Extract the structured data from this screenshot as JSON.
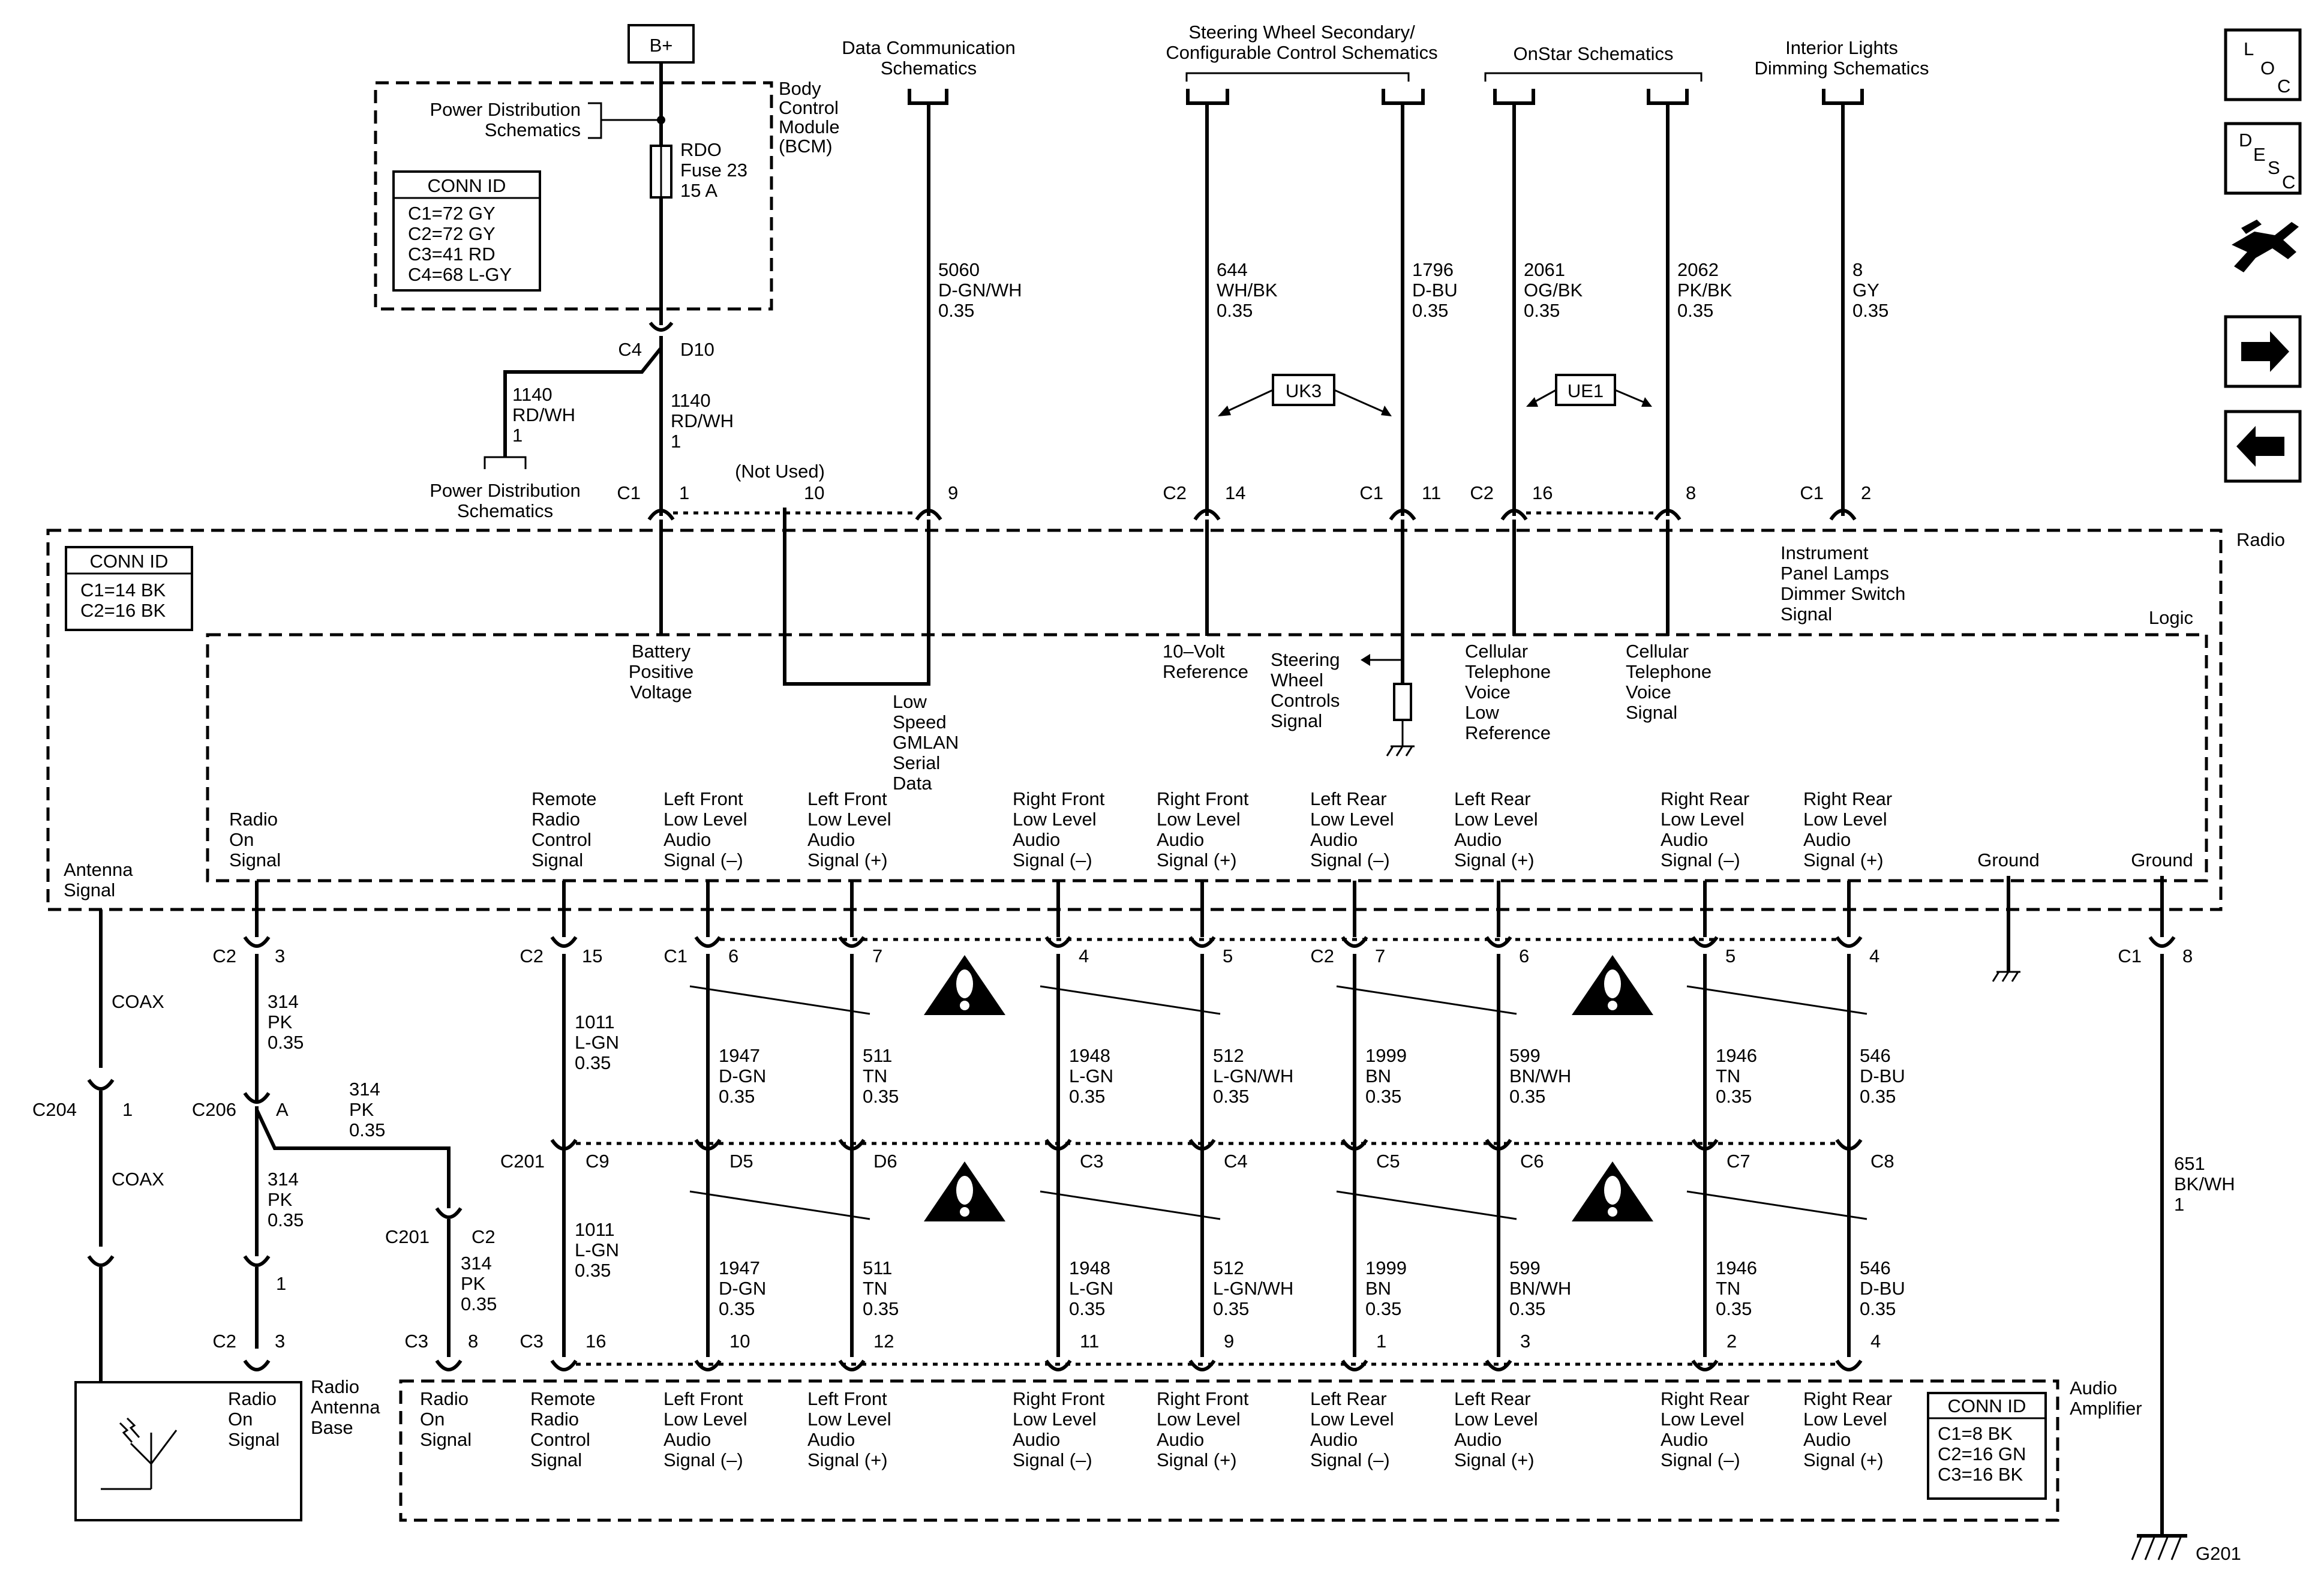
{
  "top_block": {
    "battery": "B+",
    "bcm_label": [
      "Body",
      "Control",
      "Module",
      "(BCM)"
    ],
    "power_dist": [
      "Power Distribution",
      "Schematics"
    ],
    "fuse": [
      "RDO",
      "Fuse 23",
      "15 A"
    ],
    "conn_id_title": "CONN ID",
    "conn_id_lines": [
      "C1=72 GY",
      "C2=72 GY",
      "C3=41 RD",
      "C4=68 L-GY"
    ],
    "c4": "C4",
    "d10": "D10",
    "wire_left": [
      "1140",
      "RD/WH",
      "1"
    ],
    "wire_right": [
      "1140",
      "RD/WH",
      "1"
    ],
    "power_dist_bottom": [
      "Power Distribution",
      "Schematics"
    ]
  },
  "refs": {
    "data_comm": [
      "Data Communication",
      "Schematics"
    ],
    "steering": [
      "Steering Wheel Secondary/",
      "Configurable Control Schematics"
    ],
    "onstar": [
      "OnStar Schematics"
    ],
    "interior": [
      "Interior Lights",
      "Dimming Schematics"
    ]
  },
  "wires_top": {
    "w5060": [
      "5060",
      "D-GN/WH",
      "0.35"
    ],
    "w644": [
      "644",
      "WH/BK",
      "0.35"
    ],
    "w1796": [
      "1796",
      "D-BU",
      "0.35"
    ],
    "w2061": [
      "2061",
      "OG/BK",
      "0.35"
    ],
    "w2062": [
      "2062",
      "PK/BK",
      "0.35"
    ],
    "w8": [
      "8",
      "GY",
      "0.35"
    ],
    "uk3": "UK3",
    "ue1": "UE1",
    "not_used": "(Not Used)"
  },
  "radio_pins_top": {
    "c1_a": "C1",
    "p1": "1",
    "p10": "10",
    "p9": "9",
    "c2_a": "C2",
    "p14": "14",
    "c1_b": "C1",
    "p11": "11",
    "c2_b": "C2",
    "p16": "16",
    "p8": "8",
    "c1_c": "C1",
    "p2": "2"
  },
  "radio": {
    "label": "Radio",
    "logic": "Logic",
    "conn_id_title": "CONN ID",
    "conn_id_lines": [
      "C1=14 BK",
      "C2=16 BK"
    ],
    "battery_voltage": [
      "Battery",
      "Positive",
      "Voltage"
    ],
    "gmlan": [
      "Low",
      "Speed",
      "GMLAN",
      "Serial",
      "Data"
    ],
    "ten_volt": [
      "10–Volt",
      "Reference"
    ],
    "steering_signal": [
      "Steering",
      "Wheel",
      "Controls",
      "Signal"
    ],
    "cell_low": [
      "Cellular",
      "Telephone",
      "Voice",
      "Low",
      "Reference"
    ],
    "cell_voice": [
      "Cellular",
      "Telephone",
      "Voice",
      "Signal"
    ],
    "dimmer": [
      "Instrument",
      "Panel Lamps",
      "Dimmer Switch",
      "Signal"
    ],
    "antenna_signal": [
      "Antenna",
      "Signal"
    ],
    "radio_on": [
      "Radio",
      "On",
      "Signal"
    ],
    "remote": [
      "Remote",
      "Radio",
      "Control",
      "Signal"
    ],
    "lf_neg": [
      "Left Front",
      "Low Level",
      "Audio",
      "Signal (–)"
    ],
    "lf_pos": [
      "Left Front",
      "Low Level",
      "Audio",
      "Signal (+)"
    ],
    "rf_neg": [
      "Right Front",
      "Low Level",
      "Audio",
      "Signal (–)"
    ],
    "rf_pos": [
      "Right Front",
      "Low Level",
      "Audio",
      "Signal (+)"
    ],
    "lr_neg": [
      "Left Rear",
      "Low Level",
      "Audio",
      "Signal (–)"
    ],
    "lr_pos": [
      "Left Rear",
      "Low Level",
      "Audio",
      "Signal (+)"
    ],
    "rr_neg": [
      "Right Rear",
      "Low Level",
      "Audio",
      "Signal (–)"
    ],
    "rr_pos": [
      "Right Rear",
      "Low Level",
      "Audio",
      "Signal (+)"
    ],
    "ground1": "Ground",
    "ground2": "Ground"
  },
  "radio_pins_bottom": {
    "c2_a": "C2",
    "p3": "3",
    "c2_b": "C2",
    "p15": "15",
    "c1_a": "C1",
    "p6": "6",
    "p7": "7",
    "p4": "4",
    "p5": "5",
    "c2_c": "C2",
    "p7b": "7",
    "p6b": "6",
    "p5b": "5",
    "p4b": "4",
    "c1_b": "C1",
    "p8": "8"
  },
  "wires_mid": {
    "coax1": "COAX",
    "coax2": "COAX",
    "w314_a": [
      "314",
      "PK",
      "0.35"
    ],
    "w314_b": [
      "314",
      "PK",
      "0.35"
    ],
    "w314_c": [
      "314",
      "PK",
      "0.35"
    ],
    "w314_d": [
      "314",
      "PK",
      "0.35"
    ],
    "w1011_a": [
      "1011",
      "L-GN",
      "0.35"
    ],
    "w1011_b": [
      "1011",
      "L-GN",
      "0.35"
    ],
    "w1947": [
      "1947",
      "D-GN",
      "0.35"
    ],
    "w511": [
      "511",
      "TN",
      "0.35"
    ],
    "w1948": [
      "1948",
      "L-GN",
      "0.35"
    ],
    "w512": [
      "512",
      "L-GN/WH",
      "0.35"
    ],
    "w1999": [
      "1999",
      "BN",
      "0.35"
    ],
    "w599": [
      "599",
      "BN/WH",
      "0.35"
    ],
    "w1946": [
      "1946",
      "TN",
      "0.35"
    ],
    "w546": [
      "546",
      "D-BU",
      "0.35"
    ],
    "w651": [
      "651",
      "BK/WH",
      "1"
    ]
  },
  "connectors_mid": {
    "c204": "C204",
    "c204_p": "1",
    "c206": "C206",
    "c206_p": "A",
    "c201": "C201",
    "c201_b": "C201",
    "c201_b_c2": "C2",
    "c9": "C9",
    "d5": "D5",
    "d6": "D6",
    "c3": "C3",
    "c4": "C4",
    "c5": "C5",
    "c6": "C6",
    "c7": "C7",
    "c8": "C8",
    "p1_ant": "1"
  },
  "amp_pins": {
    "c2": "C2",
    "p3": "3",
    "c3a": "C3",
    "p8": "8",
    "c3b": "C3",
    "p16": "16",
    "p10": "10",
    "p12": "12",
    "p11": "11",
    "p9": "9",
    "p1": "1",
    "p3b": "3",
    "p2": "2",
    "p4": "4"
  },
  "bottom": {
    "antenna_base": [
      "Radio",
      "Antenna",
      "Base"
    ],
    "ant_radio_on": [
      "Radio",
      "On",
      "Signal"
    ],
    "amp_label": [
      "Audio",
      "Amplifier"
    ],
    "amp_conn_title": "CONN ID",
    "amp_conn_lines": [
      "C1=8 BK",
      "C2=16 GN",
      "C3=16 BK"
    ],
    "g201": "G201",
    "amp_radio_on": [
      "Radio",
      "On",
      "Signal"
    ],
    "amp_remote": [
      "Remote",
      "Radio",
      "Control",
      "Signal"
    ],
    "amp_lf_neg": [
      "Left Front",
      "Low Level",
      "Audio",
      "Signal (–)"
    ],
    "amp_lf_pos": [
      "Left Front",
      "Low Level",
      "Audio",
      "Signal (+)"
    ],
    "amp_rf_neg": [
      "Right Front",
      "Low Level",
      "Audio",
      "Signal (–)"
    ],
    "amp_rf_pos": [
      "Right Front",
      "Low Level",
      "Audio",
      "Signal (+)"
    ],
    "amp_lr_neg": [
      "Left Rear",
      "Low Level",
      "Audio",
      "Signal (–)"
    ],
    "amp_lr_pos": [
      "Left Rear",
      "Low Level",
      "Audio",
      "Signal (+)"
    ],
    "amp_rr_neg": [
      "Right Rear",
      "Low Level",
      "Audio",
      "Signal (–)"
    ],
    "amp_rr_pos": [
      "Right Rear",
      "Low Level",
      "Audio",
      "Signal (+)"
    ]
  },
  "nav": {
    "loc": [
      "L",
      "O",
      "C"
    ],
    "desc": [
      "D",
      "E",
      "S",
      "C"
    ],
    "icons": [
      "connector-icon",
      "arrow-right-icon",
      "arrow-left-icon"
    ]
  }
}
